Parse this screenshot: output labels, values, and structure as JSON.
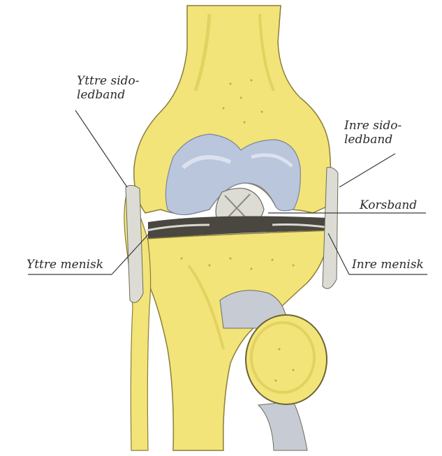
{
  "labels": {
    "yttre_sidoledband_line1": "Yttre sido-",
    "yttre_sidoledband_line2": "ledband",
    "inre_sidoledband_line1": "Inre sido-",
    "inre_sidoledband_line2": "ledband",
    "korsband": "Korsband",
    "yttre_menisk": "Yttre menisk",
    "inre_menisk": "Inre menisk"
  },
  "colors": {
    "bone": "#f2e479",
    "bone_shadow": "#d9c752",
    "cartilage": "#b9c6dc",
    "ligament": "#dcdcd4",
    "outline": "#6b6235",
    "leader_line": "#3a3a3a"
  }
}
